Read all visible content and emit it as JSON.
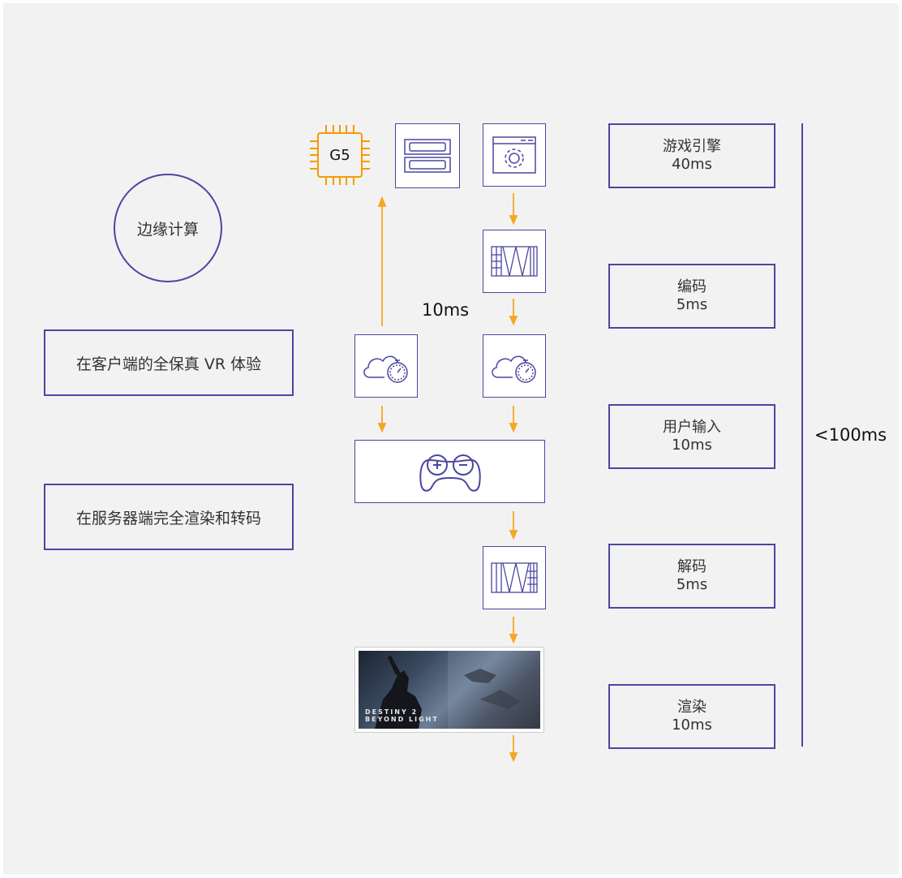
{
  "edge_computing_label": "边缘计算",
  "client_box_label": "在客户端的全保真 VR 体验",
  "server_box_label": "在服务器端完全渲染和转码",
  "gpu_chip_label": "G5",
  "roundtrip_label": "10ms",
  "total_latency_label": "<100ms",
  "stages": [
    {
      "name": "游戏引擎",
      "time": "40ms"
    },
    {
      "name": "编码",
      "time": "5ms"
    },
    {
      "name": "用户输入",
      "time": "10ms"
    },
    {
      "name": "解码",
      "time": "5ms"
    },
    {
      "name": "渲染",
      "time": "10ms"
    }
  ],
  "game_image_title": [
    "DESTINY 2",
    "BEYOND LIGHT"
  ],
  "colors": {
    "accent": "#4b46a0",
    "arrow": "#f5a623",
    "chip": "#f59b00",
    "background": "#f2f2f2"
  },
  "icons": [
    "gpu-chip-icon",
    "server-icon",
    "settings-window-icon",
    "encoder-icon",
    "cloud-timer-icon",
    "gamepad-icon",
    "decoder-icon",
    "game-screenshot"
  ]
}
